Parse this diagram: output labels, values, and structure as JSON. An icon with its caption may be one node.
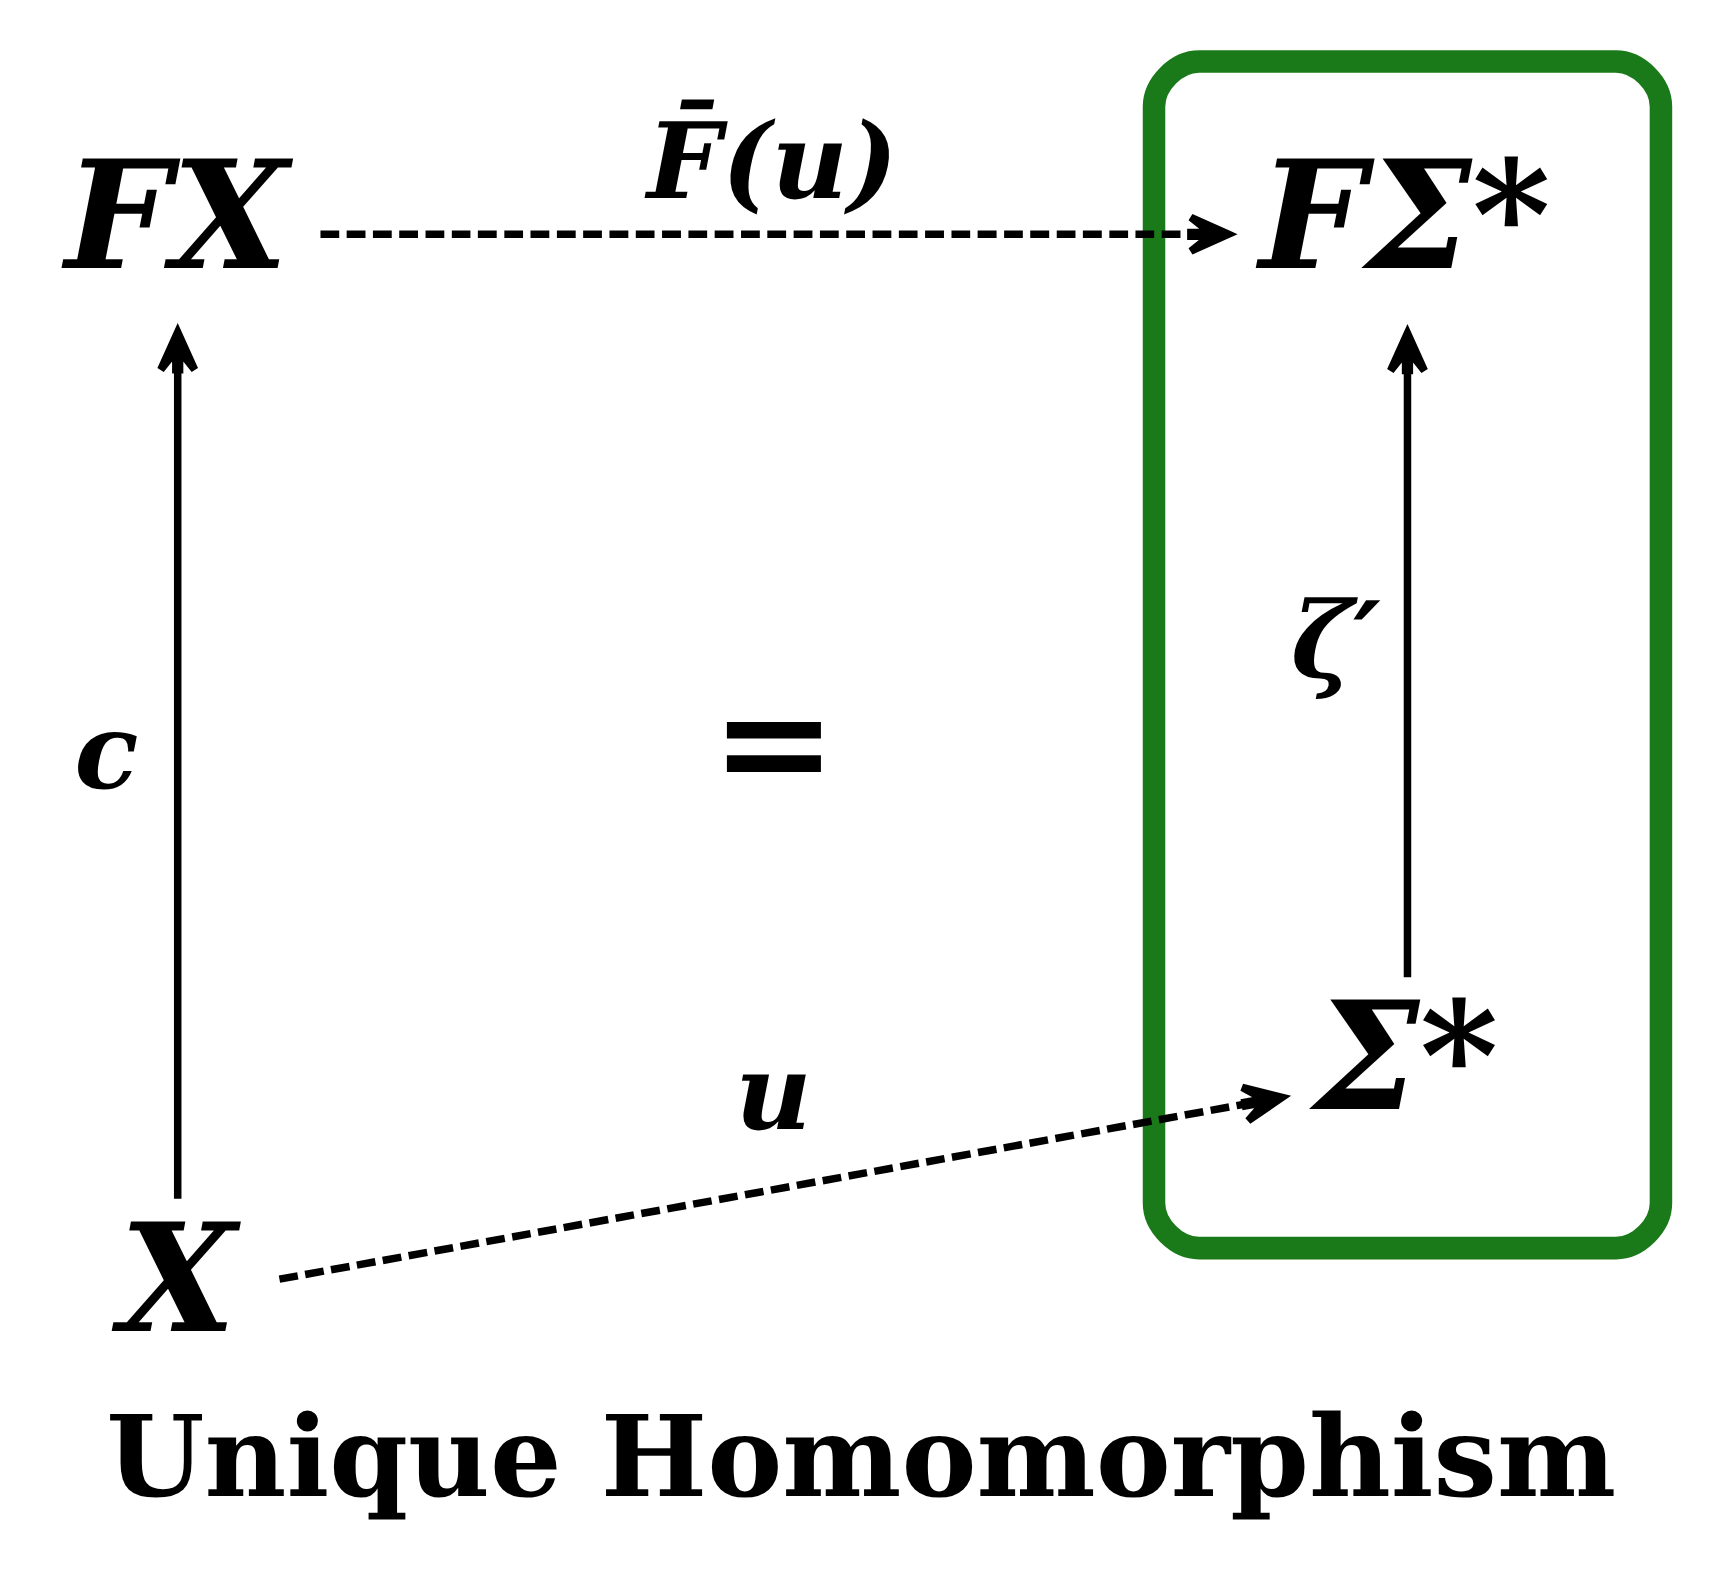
{
  "diagram": {
    "caption": "Unique Homomorphism",
    "nodes": [
      {
        "text": [
          "FX"
        ]
      },
      {
        "text": [],
        "shape": "box"
      },
      {
        "text": [
          "FΣ*"
        ],
        "in": 1
      },
      {
        "text": [
          "X"
        ]
      },
      {
        "text": [
          "Σ*"
        ],
        "in": 1
      }
    ],
    "edges": [
      {
        "from": 0,
        "to": 2,
        "arrow": "to",
        "label": "F̄(u)",
        "style": "dashed"
      },
      {
        "from": 3,
        "to": 0,
        "arrow": "to",
        "label": "c"
      },
      {
        "from": 4,
        "to": 2,
        "arrow": "to",
        "label": "ζ′"
      },
      {
        "from": 3,
        "to": 4,
        "arrow": "to",
        "label": "u",
        "style": "dashed"
      }
    ],
    "labels": [
      "="
    ]
  }
}
